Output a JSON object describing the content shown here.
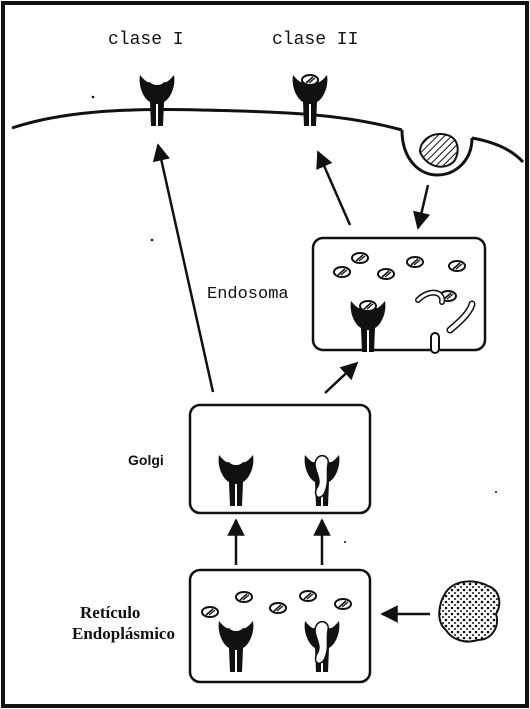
{
  "diagram": {
    "labels": {
      "class_1": "clase I",
      "class_2": "clase II",
      "endosome": "Endosoma",
      "golgi": "Golgi",
      "er_line1": "Retículo",
      "er_line2": "Endoplásmico"
    },
    "icons": {
      "mhc_molecule": "mhc-molecule-icon",
      "peptide": "peptide-icon",
      "antigen": "antigen-particle-icon",
      "vesicle": "endocytic-vesicle-icon"
    },
    "colors": {
      "ink": "#111111",
      "paper": "#ffffff"
    }
  }
}
